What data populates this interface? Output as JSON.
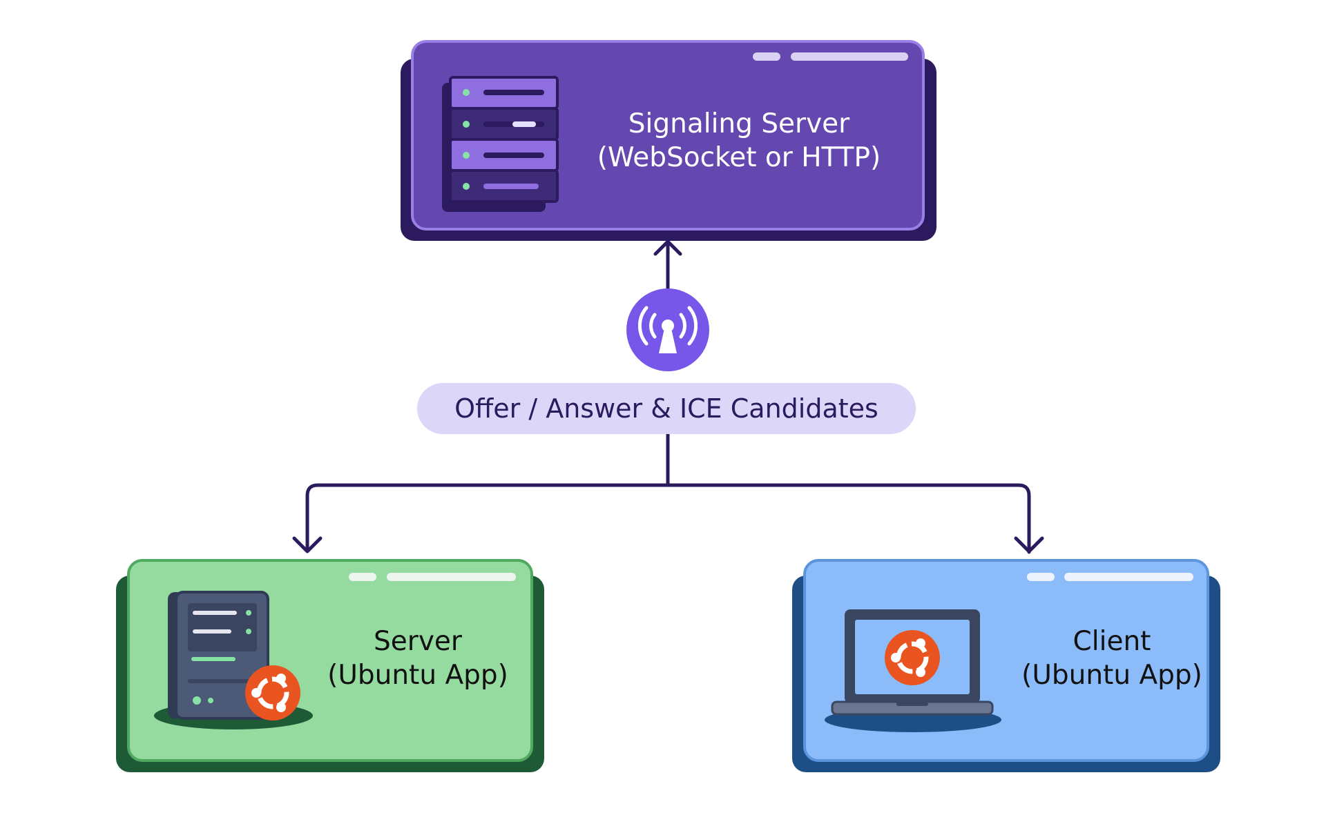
{
  "colors": {
    "signaling_fill": "#6547b0",
    "signaling_border": "#9a7fe6",
    "signaling_shadow": "#2b1b5e",
    "server_fill": "#95dba0",
    "server_border": "#4fa95f",
    "server_shadow": "#1f5a36",
    "client_fill": "#8bbcf9",
    "client_border": "#5a95de",
    "client_shadow": "#1d4f86",
    "connector": "#2b1b5e",
    "antenna_circle": "#7657ea",
    "pill": "#dcd6f8",
    "ubuntu_orange": "#e95420"
  },
  "signaling_server": {
    "title": "Signaling Server",
    "subtitle": "(WebSocket or HTTP)",
    "icon": "server-rack-icon"
  },
  "message": {
    "label": "Offer / Answer & ICE Candidates",
    "icon": "antenna-icon"
  },
  "server_node": {
    "title": "Server",
    "subtitle": "(Ubuntu App)",
    "icon": "server-tower-ubuntu-icon"
  },
  "client_node": {
    "title": "Client",
    "subtitle": "(Ubuntu App)",
    "icon": "laptop-ubuntu-icon"
  }
}
